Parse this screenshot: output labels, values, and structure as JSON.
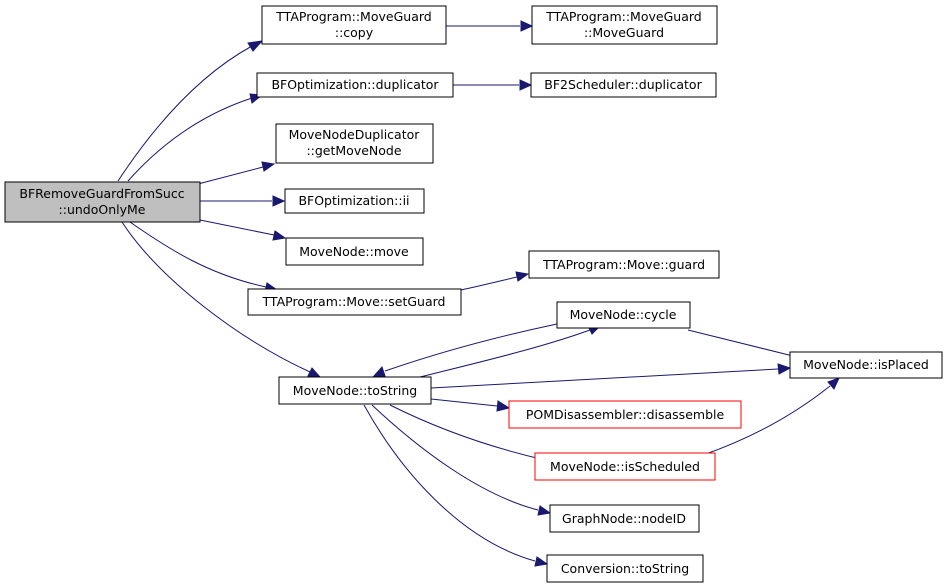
{
  "nodes": {
    "root": {
      "lines": [
        "BFRemoveGuardFromSucc",
        "::undoOnlyMe"
      ]
    },
    "mg_copy": {
      "lines": [
        "TTAProgram::MoveGuard",
        "::copy"
      ]
    },
    "mg_ctor": {
      "lines": [
        "TTAProgram::MoveGuard",
        "::MoveGuard"
      ]
    },
    "bfo_dup": {
      "lines": [
        "BFOptimization::duplicator"
      ]
    },
    "bf2_dup": {
      "lines": [
        "BF2Scheduler::duplicator"
      ]
    },
    "mnd_get": {
      "lines": [
        "MoveNodeDuplicator",
        "::getMoveNode"
      ]
    },
    "bfo_ii": {
      "lines": [
        "BFOptimization::ii"
      ]
    },
    "mn_move": {
      "lines": [
        "MoveNode::move"
      ]
    },
    "m_setguard": {
      "lines": [
        "TTAProgram::Move::setGuard"
      ]
    },
    "m_guard": {
      "lines": [
        "TTAProgram::Move::guard"
      ]
    },
    "mn_cycle": {
      "lines": [
        "MoveNode::cycle"
      ]
    },
    "mn_isplaced": {
      "lines": [
        "MoveNode::isPlaced"
      ]
    },
    "mn_tostring": {
      "lines": [
        "MoveNode::toString"
      ]
    },
    "pom_dis": {
      "lines": [
        "POMDisassembler::disassemble"
      ]
    },
    "mn_issched": {
      "lines": [
        "MoveNode::isScheduled"
      ]
    },
    "gn_nodeid": {
      "lines": [
        "GraphNode::nodeID"
      ]
    },
    "conv_tostring": {
      "lines": [
        "Conversion::toString"
      ]
    }
  },
  "edges": [
    {
      "from": "root",
      "to": "mg_copy"
    },
    {
      "from": "root",
      "to": "bfo_dup"
    },
    {
      "from": "root",
      "to": "mnd_get"
    },
    {
      "from": "root",
      "to": "bfo_ii"
    },
    {
      "from": "root",
      "to": "mn_move"
    },
    {
      "from": "root",
      "to": "m_setguard"
    },
    {
      "from": "root",
      "to": "mn_tostring"
    },
    {
      "from": "mg_copy",
      "to": "mg_ctor"
    },
    {
      "from": "bfo_dup",
      "to": "bf2_dup"
    },
    {
      "from": "m_setguard",
      "to": "m_guard"
    },
    {
      "from": "mn_tostring",
      "to": "mn_cycle"
    },
    {
      "from": "mn_cycle",
      "to": "mn_tostring"
    },
    {
      "from": "mn_cycle",
      "to": "mn_isplaced"
    },
    {
      "from": "mn_tostring",
      "to": "mn_isplaced"
    },
    {
      "from": "mn_tostring",
      "to": "pom_dis"
    },
    {
      "from": "mn_tostring",
      "to": "mn_issched"
    },
    {
      "from": "mn_tostring",
      "to": "gn_nodeid"
    },
    {
      "from": "mn_tostring",
      "to": "conv_tostring"
    },
    {
      "from": "mn_issched",
      "to": "mn_isplaced"
    }
  ],
  "colors": {
    "edge": "#191970",
    "root_fill": "#bfbfbf",
    "node_border": "#000000",
    "missing_border": "#ff0000"
  }
}
